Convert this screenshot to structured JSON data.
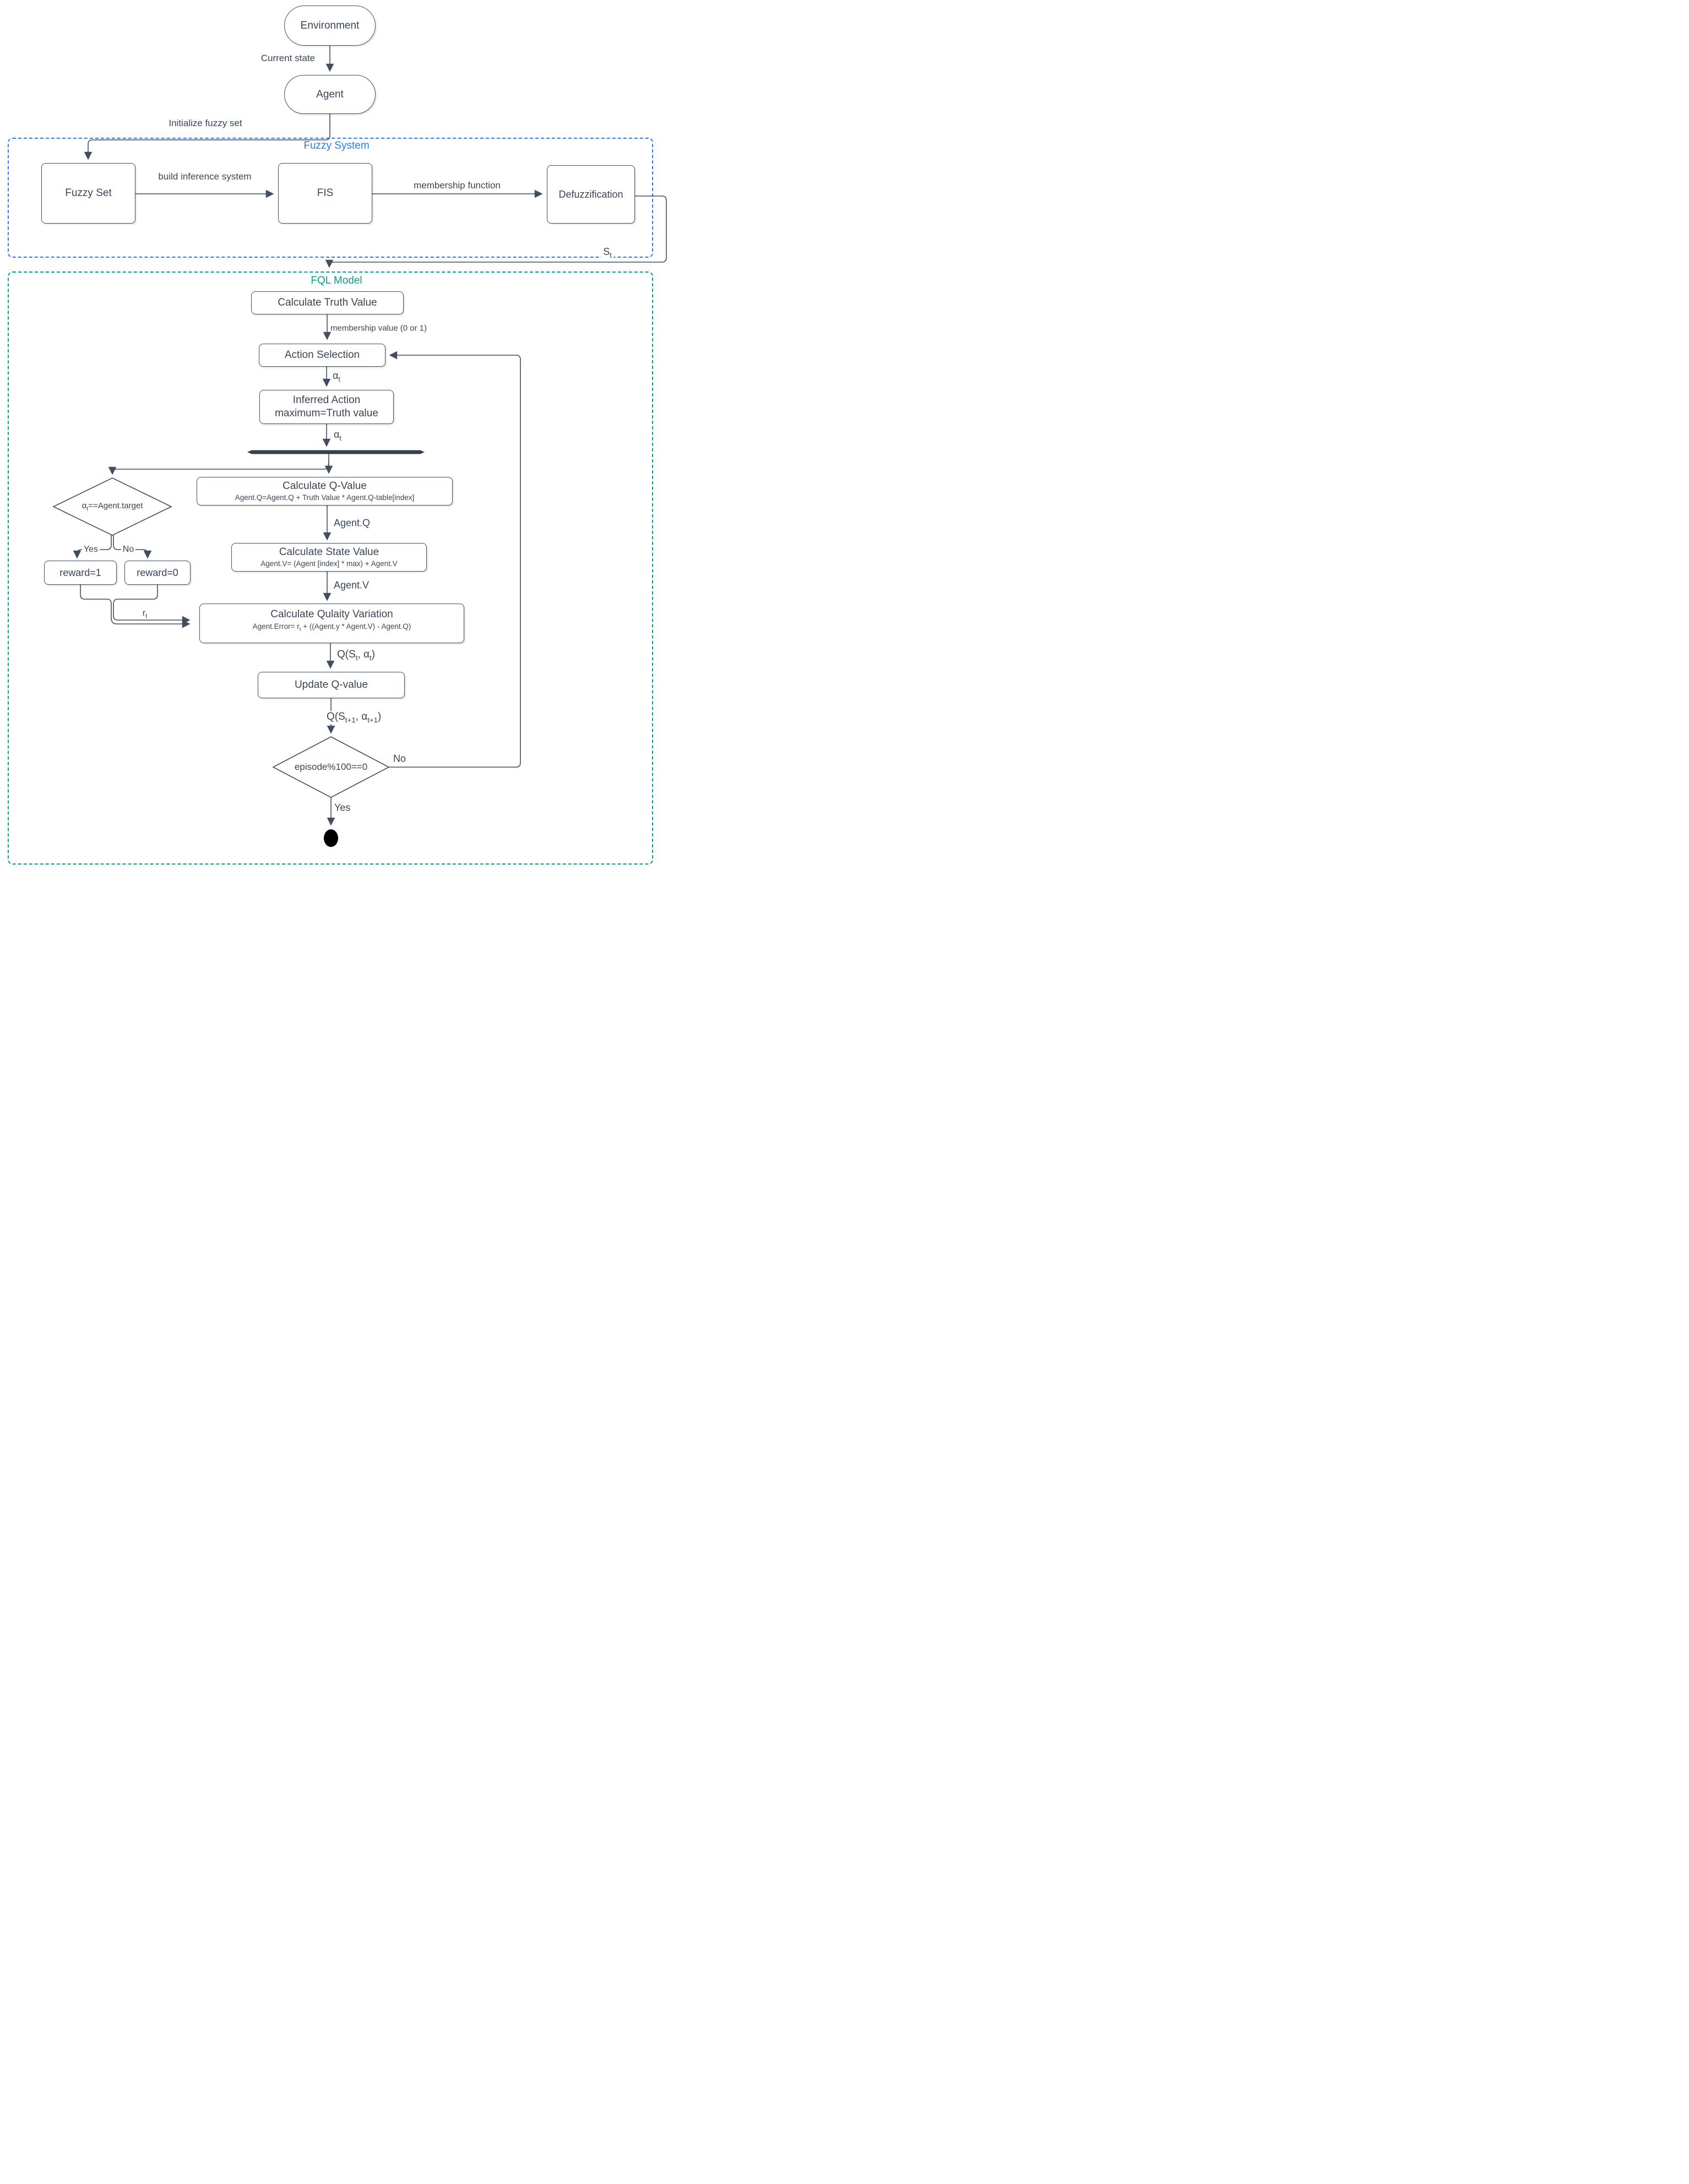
{
  "colors": {
    "line": "#434e60",
    "text": "#3a4657",
    "fuzzy_border": "#2e7df0",
    "fql_border": "#0c9d8c",
    "fork_bar": "#343f4f",
    "end_dot": "#000000"
  },
  "groups": {
    "fuzzy_system": {
      "title": "Fuzzy System"
    },
    "fql_model": {
      "title": "FQL Model"
    }
  },
  "nodes": {
    "environment": {
      "label": "Environment"
    },
    "agent": {
      "label": "Agent"
    },
    "fuzzy_set": {
      "label": "Fuzzy Set"
    },
    "fis": {
      "label": "FIS"
    },
    "defuzzification": {
      "label": "Defuzzification"
    },
    "calculate_truth_value": {
      "label": "Calculate Truth Value"
    },
    "action_selection": {
      "label": "Action Selection"
    },
    "inferred_action": {
      "line1": "Inferred Action",
      "line2": "maximum=Truth value"
    },
    "decision_target": {
      "label": "α~t~==Agent.target"
    },
    "reward_one": {
      "label": "reward=1"
    },
    "reward_zero": {
      "label": "reward=0"
    },
    "calculate_q_value": {
      "title": "Calculate Q-Value",
      "formula": "Agent.Q=Agent.Q + Truth Value * Agent.Q-table[index]"
    },
    "calculate_state_value": {
      "title": "Calculate State Value",
      "formula": "Agent.V= (Agent [index] * max) + Agent.V"
    },
    "calculate_quality_variation": {
      "title": "Calculate Qulaity Variation",
      "formula": "Agent.Error= r~t~ + ((Agent.y * Agent.V) - Agent.Q)"
    },
    "update_q_value": {
      "label": "Update Q-value"
    },
    "decision_episode": {
      "label": "episode%100==0"
    }
  },
  "edge_labels": {
    "current_state": "Current state",
    "initialize_fuzzy_set": "Initialize fuzzy set",
    "build_inference_system": "build inference system",
    "membership_function": "membership function",
    "s_t": "S~t~",
    "membership_value": "membership value (0 or 1)",
    "alpha_t_1": "α~t~",
    "alpha_t_2": "α~t~",
    "agent_q": "Agent.Q",
    "agent_v": "Agent.V",
    "r_t": "r~t~",
    "q_current": "Q(S~t~, α~t~)",
    "q_next": "Q(S~t+1~, α~t+1~)",
    "yes_target": "Yes",
    "no_target": "No",
    "no_episode": "No",
    "yes_episode": "Yes"
  }
}
